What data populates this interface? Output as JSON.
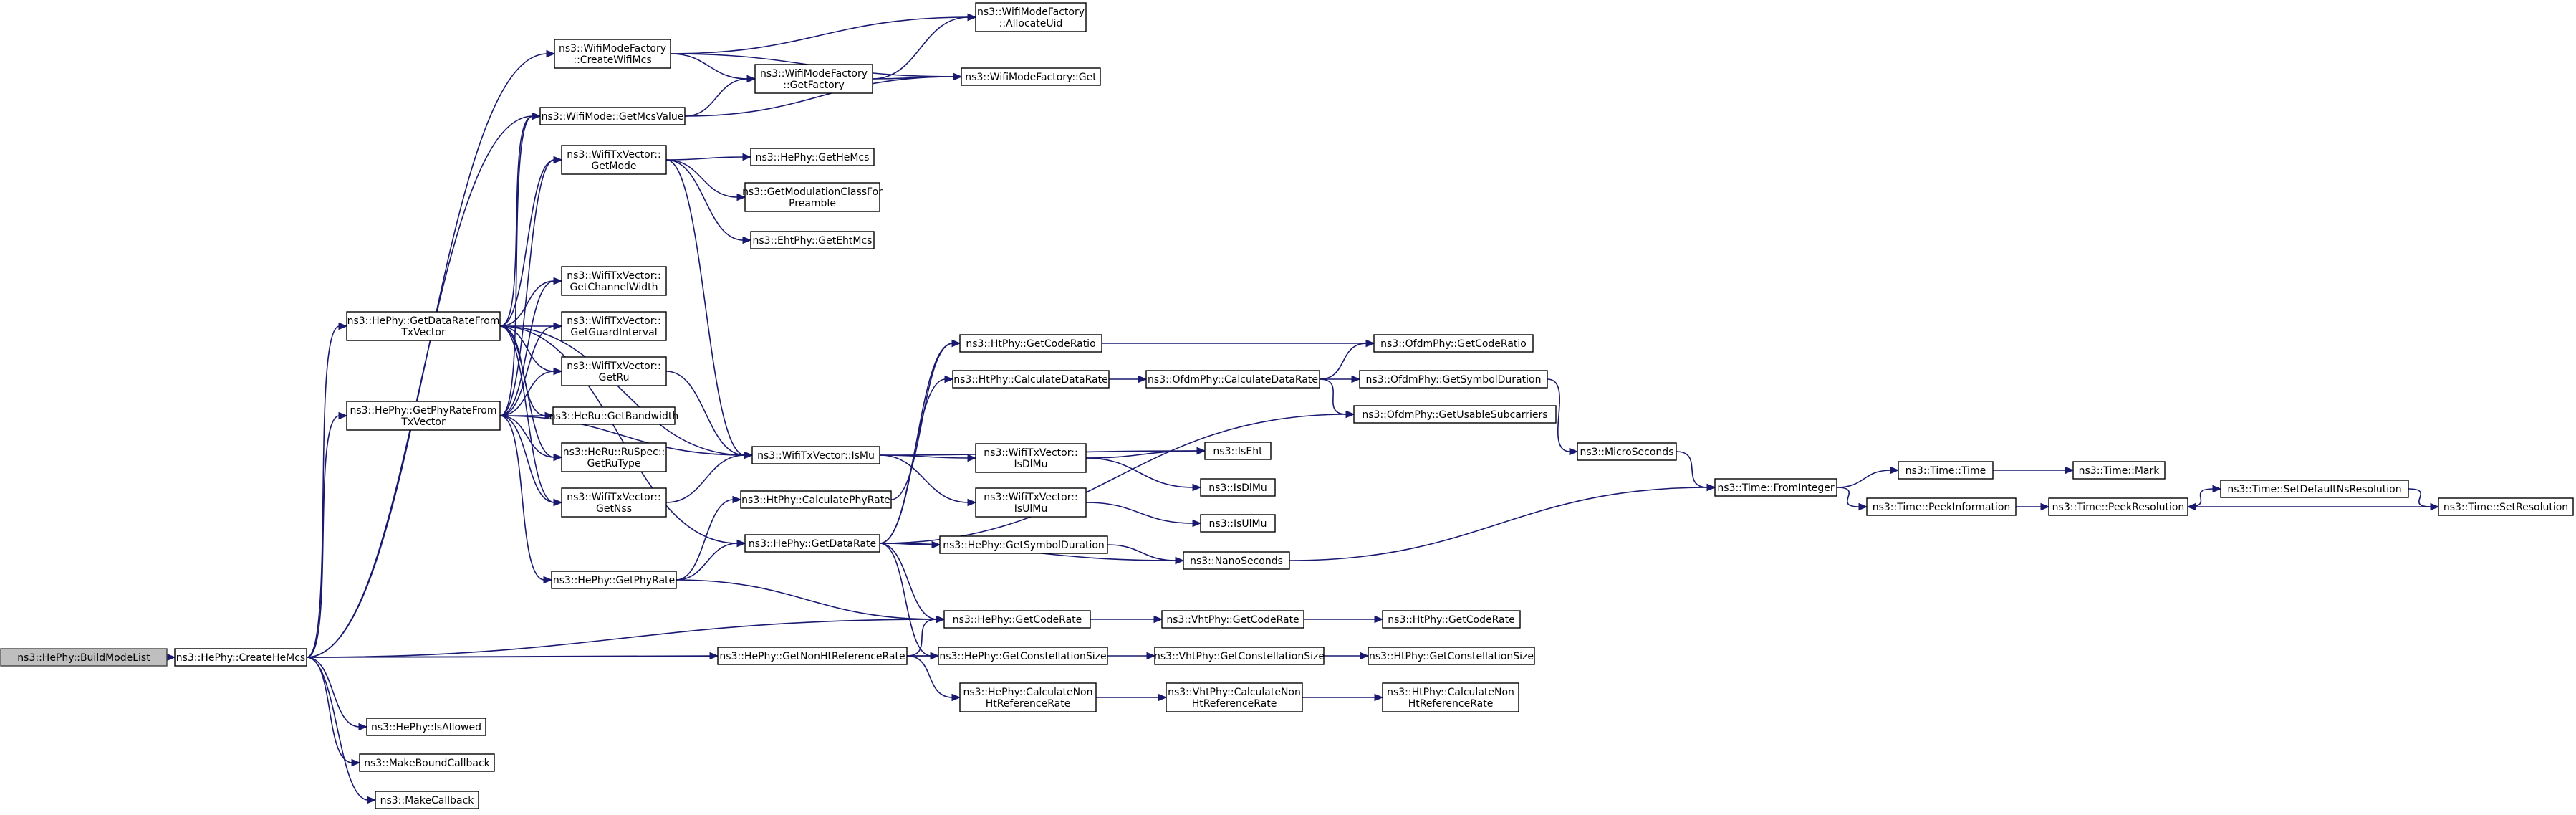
{
  "colors": {
    "edge": "#191970",
    "node_border": "#000000",
    "root_fill": "#bfbfbf"
  },
  "nodes": [
    {
      "id": "buildModeList",
      "lines": [
        "ns3::HePhy::BuildModeList"
      ],
      "root": true
    },
    {
      "id": "createHeMcs",
      "lines": [
        "ns3::HePhy::CreateHeMcs"
      ]
    },
    {
      "id": "wmfCreateWifiMcs",
      "lines": [
        "ns3::WifiModeFactory",
        "::CreateWifiMcs"
      ]
    },
    {
      "id": "wmfAllocateUid",
      "lines": [
        "ns3::WifiModeFactory",
        "::AllocateUid"
      ]
    },
    {
      "id": "wmfGetFactory",
      "lines": [
        "ns3::WifiModeFactory",
        "::GetFactory"
      ]
    },
    {
      "id": "wmfGet",
      "lines": [
        "ns3::WifiModeFactory::Get"
      ]
    },
    {
      "id": "wmGetMcsValue",
      "lines": [
        "ns3::WifiMode::GetMcsValue"
      ]
    },
    {
      "id": "txvGetMode",
      "lines": [
        "ns3::WifiTxVector::",
        "GetMode"
      ]
    },
    {
      "id": "hePhyGetHeMcs",
      "lines": [
        "ns3::HePhy::GetHeMcs"
      ]
    },
    {
      "id": "getModClass",
      "lines": [
        "ns3::GetModulationClassFor",
        "Preamble"
      ]
    },
    {
      "id": "ehtGetEhtMcs",
      "lines": [
        "ns3::EhtPhy::GetEhtMcs"
      ]
    },
    {
      "id": "txvGetChannelWidth",
      "lines": [
        "ns3::WifiTxVector::",
        "GetChannelWidth"
      ]
    },
    {
      "id": "hePhyGetDataRateFromTx",
      "lines": [
        "ns3::HePhy::GetDataRateFrom",
        "TxVector"
      ]
    },
    {
      "id": "txvGetGuardInterval",
      "lines": [
        "ns3::WifiTxVector::",
        "GetGuardInterval"
      ]
    },
    {
      "id": "txvGetRu",
      "lines": [
        "ns3::WifiTxVector::",
        "GetRu"
      ]
    },
    {
      "id": "hePhyGetPhyRateFromTx",
      "lines": [
        "ns3::HePhy::GetPhyRateFrom",
        "TxVector"
      ]
    },
    {
      "id": "heRuGetBandwidth",
      "lines": [
        "ns3::HeRu::GetBandwidth"
      ]
    },
    {
      "id": "heRuSpecGetRuType",
      "lines": [
        "ns3::HeRu::RuSpec::",
        "GetRuType"
      ]
    },
    {
      "id": "txvGetNss",
      "lines": [
        "ns3::WifiTxVector::",
        "GetNss"
      ]
    },
    {
      "id": "txvIsMu",
      "lines": [
        "ns3::WifiTxVector::IsMu"
      ]
    },
    {
      "id": "htPhyCalcPhyRate",
      "lines": [
        "ns3::HtPhy::CalculatePhyRate"
      ]
    },
    {
      "id": "hePhyGetDataRate",
      "lines": [
        "ns3::HePhy::GetDataRate"
      ]
    },
    {
      "id": "hePhyGetPhyRate",
      "lines": [
        "ns3::HePhy::GetPhyRate"
      ]
    },
    {
      "id": "htPhyGetCodeRatio",
      "lines": [
        "ns3::HtPhy::GetCodeRatio"
      ]
    },
    {
      "id": "htPhyCalcDataRate",
      "lines": [
        "ns3::HtPhy::CalculateDataRate"
      ]
    },
    {
      "id": "ofdmCalcDataRate",
      "lines": [
        "ns3::OfdmPhy::CalculateDataRate"
      ]
    },
    {
      "id": "ofdmGetCodeRatio",
      "lines": [
        "ns3::OfdmPhy::GetCodeRatio"
      ]
    },
    {
      "id": "ofdmGetSymbolDuration",
      "lines": [
        "ns3::OfdmPhy::GetSymbolDuration"
      ]
    },
    {
      "id": "ofdmGetUsableSubcarriers",
      "lines": [
        "ns3::OfdmPhy::GetUsableSubcarriers"
      ]
    },
    {
      "id": "txvIsDlMu",
      "lines": [
        "ns3::WifiTxVector::",
        "IsDlMu"
      ]
    },
    {
      "id": "txvIsUlMu",
      "lines": [
        "ns3::WifiTxVector::",
        "IsUlMu"
      ]
    },
    {
      "id": "isEht",
      "lines": [
        "ns3::IsEht"
      ]
    },
    {
      "id": "isDlMu",
      "lines": [
        "ns3::IsDlMu"
      ]
    },
    {
      "id": "isUlMu",
      "lines": [
        "ns3::IsUlMu"
      ]
    },
    {
      "id": "hePhyGetSymbolDuration",
      "lines": [
        "ns3::HePhy::GetSymbolDuration"
      ]
    },
    {
      "id": "nanoSeconds",
      "lines": [
        "ns3::NanoSeconds"
      ]
    },
    {
      "id": "microSeconds",
      "lines": [
        "ns3::MicroSeconds"
      ]
    },
    {
      "id": "timeFromInteger",
      "lines": [
        "ns3::Time::FromInteger"
      ]
    },
    {
      "id": "timeTime",
      "lines": [
        "ns3::Time::Time"
      ]
    },
    {
      "id": "timeMark",
      "lines": [
        "ns3::Time::Mark"
      ]
    },
    {
      "id": "timePeekInformation",
      "lines": [
        "ns3::Time::PeekInformation"
      ]
    },
    {
      "id": "timePeekResolution",
      "lines": [
        "ns3::Time::PeekResolution"
      ]
    },
    {
      "id": "timeSetDefaultNsRes",
      "lines": [
        "ns3::Time::SetDefaultNsResolution"
      ]
    },
    {
      "id": "timeSetResolution",
      "lines": [
        "ns3::Time::SetResolution"
      ]
    },
    {
      "id": "hePhyGetCodeRate",
      "lines": [
        "ns3::HePhy::GetCodeRate"
      ]
    },
    {
      "id": "vhtGetCodeRate",
      "lines": [
        "ns3::VhtPhy::GetCodeRate"
      ]
    },
    {
      "id": "htGetCodeRate",
      "lines": [
        "ns3::HtPhy::GetCodeRate"
      ]
    },
    {
      "id": "hePhyGetNonHtRefRate",
      "lines": [
        "ns3::HePhy::GetNonHtReferenceRate"
      ]
    },
    {
      "id": "hePhyGetConstSize",
      "lines": [
        "ns3::HePhy::GetConstellationSize"
      ]
    },
    {
      "id": "vhtGetConstSize",
      "lines": [
        "ns3::VhtPhy::GetConstellationSize"
      ]
    },
    {
      "id": "htGetConstSize",
      "lines": [
        "ns3::HtPhy::GetConstellationSize"
      ]
    },
    {
      "id": "hePhyCalcNonHtRefRate",
      "lines": [
        "ns3::HePhy::CalculateNon",
        "HtReferenceRate"
      ]
    },
    {
      "id": "vhtCalcNonHtRefRate",
      "lines": [
        "ns3::VhtPhy::CalculateNon",
        "HtReferenceRate"
      ]
    },
    {
      "id": "htCalcNonHtRefRate",
      "lines": [
        "ns3::HtPhy::CalculateNon",
        "HtReferenceRate"
      ]
    },
    {
      "id": "hePhyIsAllowed",
      "lines": [
        "ns3::HePhy::IsAllowed"
      ]
    },
    {
      "id": "makeBoundCallback",
      "lines": [
        "ns3::MakeBoundCallback"
      ]
    },
    {
      "id": "makeCallback",
      "lines": [
        "ns3::MakeCallback"
      ]
    }
  ],
  "edges": [
    [
      "buildModeList",
      "createHeMcs"
    ],
    [
      "createHeMcs",
      "wmfCreateWifiMcs"
    ],
    [
      "createHeMcs",
      "wmGetMcsValue"
    ],
    [
      "createHeMcs",
      "hePhyGetDataRateFromTx"
    ],
    [
      "createHeMcs",
      "hePhyGetPhyRateFromTx"
    ],
    [
      "createHeMcs",
      "hePhyGetCodeRate"
    ],
    [
      "createHeMcs",
      "hePhyGetNonHtRefRate"
    ],
    [
      "createHeMcs",
      "hePhyGetConstSize"
    ],
    [
      "createHeMcs",
      "hePhyIsAllowed"
    ],
    [
      "createHeMcs",
      "makeBoundCallback"
    ],
    [
      "createHeMcs",
      "makeCallback"
    ],
    [
      "wmfCreateWifiMcs",
      "wmfAllocateUid"
    ],
    [
      "wmfCreateWifiMcs",
      "wmfGetFactory"
    ],
    [
      "wmfCreateWifiMcs",
      "wmfGet"
    ],
    [
      "wmfGetFactory",
      "wmfAllocateUid"
    ],
    [
      "wmfGetFactory",
      "wmfGet"
    ],
    [
      "wmGetMcsValue",
      "wmfGetFactory"
    ],
    [
      "wmGetMcsValue",
      "wmfGet"
    ],
    [
      "txvGetMode",
      "hePhyGetHeMcs"
    ],
    [
      "txvGetMode",
      "getModClass"
    ],
    [
      "txvGetMode",
      "ehtGetEhtMcs"
    ],
    [
      "txvGetMode",
      "txvIsMu"
    ],
    [
      "hePhyGetDataRateFromTx",
      "wmGetMcsValue"
    ],
    [
      "hePhyGetDataRateFromTx",
      "txvGetMode"
    ],
    [
      "hePhyGetDataRateFromTx",
      "txvGetChannelWidth"
    ],
    [
      "hePhyGetDataRateFromTx",
      "txvGetGuardInterval"
    ],
    [
      "hePhyGetDataRateFromTx",
      "txvGetRu"
    ],
    [
      "hePhyGetDataRateFromTx",
      "heRuGetBandwidth"
    ],
    [
      "hePhyGetDataRateFromTx",
      "heRuSpecGetRuType"
    ],
    [
      "hePhyGetDataRateFromTx",
      "txvGetNss"
    ],
    [
      "hePhyGetDataRateFromTx",
      "txvIsMu"
    ],
    [
      "hePhyGetDataRateFromTx",
      "hePhyGetDataRate"
    ],
    [
      "hePhyGetPhyRateFromTx",
      "wmGetMcsValue"
    ],
    [
      "hePhyGetPhyRateFromTx",
      "txvGetMode"
    ],
    [
      "hePhyGetPhyRateFromTx",
      "txvGetChannelWidth"
    ],
    [
      "hePhyGetPhyRateFromTx",
      "txvGetGuardInterval"
    ],
    [
      "hePhyGetPhyRateFromTx",
      "txvGetRu"
    ],
    [
      "hePhyGetPhyRateFromTx",
      "heRuGetBandwidth"
    ],
    [
      "hePhyGetPhyRateFromTx",
      "heRuSpecGetRuType"
    ],
    [
      "hePhyGetPhyRateFromTx",
      "txvGetNss"
    ],
    [
      "hePhyGetPhyRateFromTx",
      "txvIsMu"
    ],
    [
      "hePhyGetPhyRateFromTx",
      "hePhyGetPhyRate"
    ],
    [
      "txvGetRu",
      "txvIsMu"
    ],
    [
      "txvGetNss",
      "txvIsMu"
    ],
    [
      "txvIsMu",
      "txvIsDlMu"
    ],
    [
      "txvIsMu",
      "txvIsUlMu"
    ],
    [
      "txvIsMu",
      "isEht"
    ],
    [
      "txvIsDlMu",
      "isEht"
    ],
    [
      "txvIsDlMu",
      "isDlMu"
    ],
    [
      "txvIsUlMu",
      "isUlMu"
    ],
    [
      "hePhyGetPhyRate",
      "htPhyCalcPhyRate"
    ],
    [
      "hePhyGetPhyRate",
      "hePhyGetDataRate"
    ],
    [
      "hePhyGetPhyRate",
      "hePhyGetCodeRate"
    ],
    [
      "htPhyCalcPhyRate",
      "htPhyGetCodeRatio"
    ],
    [
      "hePhyGetDataRate",
      "htPhyGetCodeRatio"
    ],
    [
      "hePhyGetDataRate",
      "htPhyCalcDataRate"
    ],
    [
      "hePhyGetDataRate",
      "ofdmGetUsableSubcarriers"
    ],
    [
      "hePhyGetDataRate",
      "hePhyGetSymbolDuration"
    ],
    [
      "hePhyGetDataRate",
      "nanoSeconds"
    ],
    [
      "hePhyGetDataRate",
      "hePhyGetCodeRate"
    ],
    [
      "hePhyGetDataRate",
      "hePhyGetConstSize"
    ],
    [
      "htPhyGetCodeRatio",
      "ofdmGetCodeRatio"
    ],
    [
      "htPhyCalcDataRate",
      "ofdmCalcDataRate"
    ],
    [
      "ofdmCalcDataRate",
      "ofdmGetCodeRatio"
    ],
    [
      "ofdmCalcDataRate",
      "ofdmGetSymbolDuration"
    ],
    [
      "ofdmCalcDataRate",
      "ofdmGetUsableSubcarriers"
    ],
    [
      "ofdmGetSymbolDuration",
      "microSeconds"
    ],
    [
      "hePhyGetSymbolDuration",
      "nanoSeconds"
    ],
    [
      "nanoSeconds",
      "timeFromInteger"
    ],
    [
      "microSeconds",
      "timeFromInteger"
    ],
    [
      "timeFromInteger",
      "timeTime"
    ],
    [
      "timeFromInteger",
      "timePeekInformation"
    ],
    [
      "timeTime",
      "timeMark"
    ],
    [
      "timePeekInformation",
      "timePeekResolution"
    ],
    [
      "timePeekResolution",
      "timeSetDefaultNsRes"
    ],
    [
      "timeSetDefaultNsRes",
      "timeSetResolution"
    ],
    [
      "timeSetResolution",
      "timePeekResolution"
    ],
    [
      "hePhyGetCodeRate",
      "vhtGetCodeRate"
    ],
    [
      "vhtGetCodeRate",
      "htGetCodeRate"
    ],
    [
      "hePhyGetNonHtRefRate",
      "hePhyGetCodeRate"
    ],
    [
      "hePhyGetNonHtRefRate",
      "hePhyGetConstSize"
    ],
    [
      "hePhyGetNonHtRefRate",
      "hePhyCalcNonHtRefRate"
    ],
    [
      "hePhyGetConstSize",
      "vhtGetConstSize"
    ],
    [
      "vhtGetConstSize",
      "htGetConstSize"
    ],
    [
      "hePhyCalcNonHtRefRate",
      "vhtCalcNonHtRefRate"
    ],
    [
      "vhtCalcNonHtRefRate",
      "htCalcNonHtRefRate"
    ]
  ]
}
